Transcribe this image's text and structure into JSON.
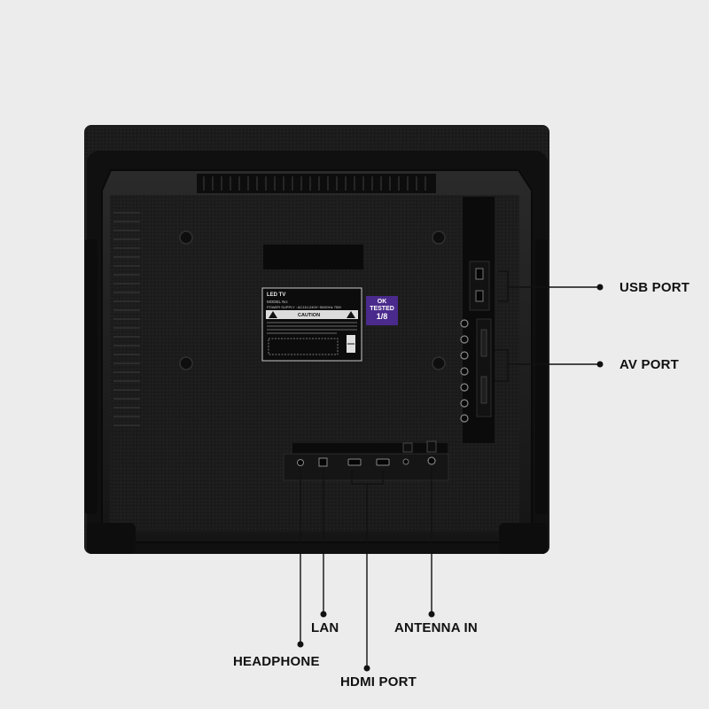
{
  "callouts": {
    "usb_port": "USB PORT",
    "av_port": "AV PORT",
    "lan": "LAN",
    "antenna_in": "ANTENNA IN",
    "headphone": "HEADPHONE",
    "hdmi_port": "HDMI PORT"
  },
  "rating_label": {
    "title": "LED TV",
    "model": "MODEL No:",
    "power_supply": "POWER SUPPLY : AC110-240V~50/60Hz 75W",
    "caution": "CAUTION"
  },
  "sticker": {
    "line1": "OK",
    "line2": "TESTED",
    "line3": "1/8"
  },
  "colors": {
    "background": "#ececec",
    "panel": "#1a1a1a",
    "sticker": "#4a2a8c",
    "callout_line": "#111111"
  }
}
